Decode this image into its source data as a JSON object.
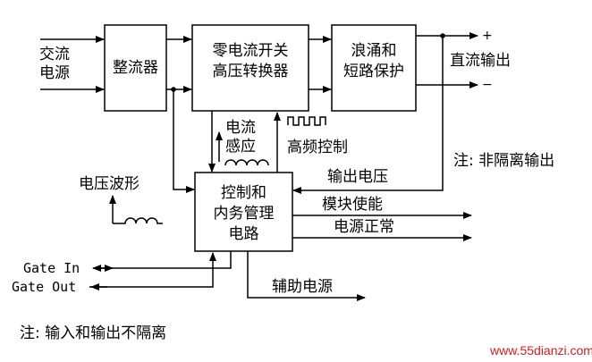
{
  "blocks": {
    "ac_input": [
      "交流",
      "电源"
    ],
    "rectifier": "整流器",
    "zcs_converter": [
      "零电流开关",
      "高压转换器"
    ],
    "surge_protection": [
      "浪涌和",
      "短路保护"
    ],
    "control_circuit": [
      "控制和",
      "内务管理",
      "电路"
    ]
  },
  "labels": {
    "dc_output": "直流输出",
    "plus": "+",
    "minus": "−",
    "current_sense": [
      "电流",
      "感应"
    ],
    "hf_control": "高频控制",
    "voltage_waveform": "电压波形",
    "output_voltage": "输出电压",
    "non_isolated_note": "注: 非隔离输出",
    "module_enable": "模块使能",
    "power_ok": "电源正常",
    "gate_in": "Gate In",
    "gate_out": "Gate Out",
    "aux_power": "辅助电源",
    "io_note": "注: 输入和输出不隔离"
  },
  "watermark": "www.55dianzi.com"
}
